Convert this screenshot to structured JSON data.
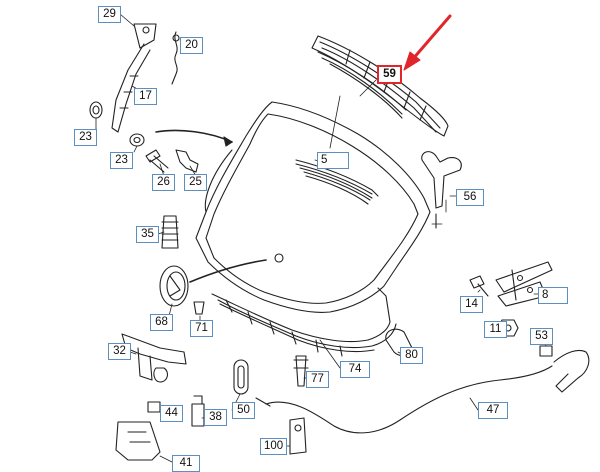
{
  "callouts": {
    "p29": "29",
    "p20": "20",
    "p17": "17",
    "p23a": "23",
    "p23b": "23",
    "p26": "26",
    "p25": "25",
    "p59": "59",
    "p5": "5",
    "p56": "56",
    "p35": "35",
    "p68": "68",
    "p71": "71",
    "p14": "14",
    "p8": "8",
    "p11": "11",
    "p53": "53",
    "p32": "32",
    "p80": "80",
    "p77": "77",
    "p74": "74",
    "p47": "47",
    "p44": "44",
    "p38": "38",
    "p50": "50",
    "p100": "100",
    "p41": "41"
  },
  "colors": {
    "line": "#222222",
    "label_border": "#5a8fc0",
    "highlight": "#e0262b"
  }
}
